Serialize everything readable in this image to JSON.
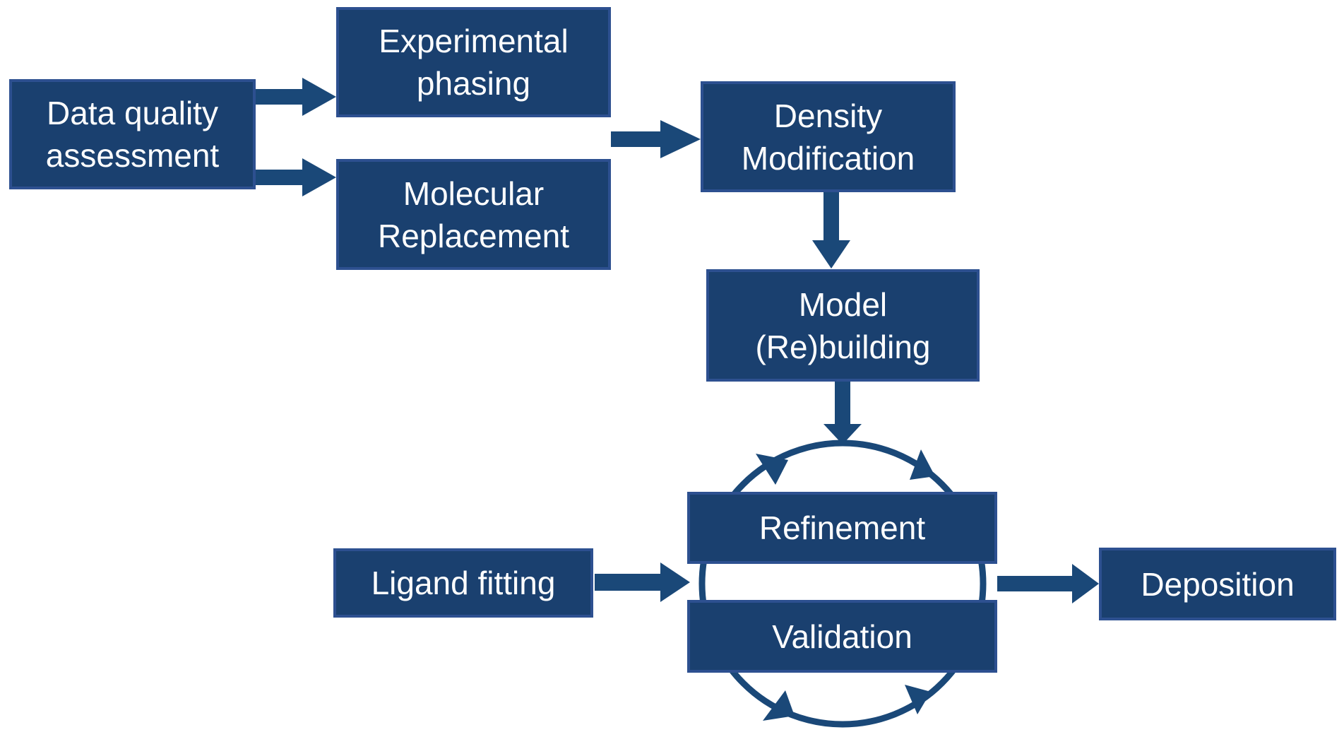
{
  "theme": {
    "background": "#FFFFFF",
    "box_fill": "#1A406F",
    "box_border": "#2D5090",
    "arrow_color": "#1A4878",
    "text_color": "#FFFFFF"
  },
  "nodes": {
    "data_quality": {
      "label": "Data quality\nassessment"
    },
    "experimental_phasing": {
      "label": "Experimental\nphasing"
    },
    "molecular_replacement": {
      "label": "Molecular\nReplacement"
    },
    "density_modification": {
      "label": "Density\nModification"
    },
    "model_rebuilding": {
      "label": "Model\n(Re)building"
    },
    "refinement": {
      "label": "Refinement"
    },
    "validation": {
      "label": "Validation"
    },
    "ligand_fitting": {
      "label": "Ligand fitting"
    },
    "deposition": {
      "label": "Deposition"
    }
  },
  "edges": [
    {
      "from": "Data quality assessment",
      "to": "Experimental phasing"
    },
    {
      "from": "Data quality assessment",
      "to": "Molecular Replacement"
    },
    {
      "from": "Experimental phasing / Molecular Replacement",
      "to": "Density Modification"
    },
    {
      "from": "Density Modification",
      "to": "Model (Re)building"
    },
    {
      "from": "Model (Re)building",
      "to": "Refinement / Validation cycle"
    },
    {
      "from": "Ligand fitting",
      "to": "Refinement / Validation cycle"
    },
    {
      "from": "Refinement / Validation cycle",
      "to": "Deposition"
    }
  ]
}
